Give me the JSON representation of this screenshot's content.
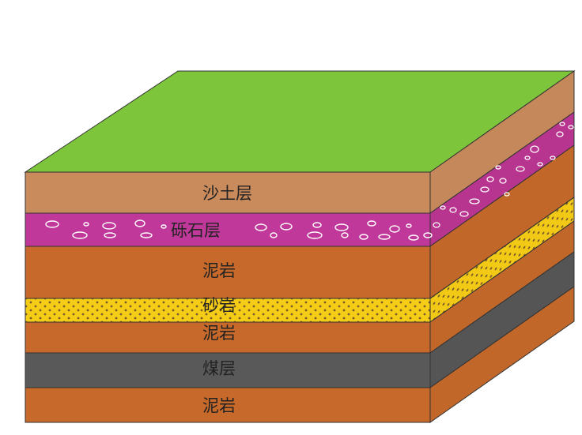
{
  "layers": [
    {
      "id": "sand-soil",
      "label": "沙土层",
      "pattern": "solid",
      "color": "#c98a5c",
      "side_color": "#c4885a"
    },
    {
      "id": "gravel",
      "label": "砾石层",
      "pattern": "gravel",
      "color": "#c0399a",
      "side_color": "#b8358f"
    },
    {
      "id": "mudstone-1",
      "label": "泥岩",
      "pattern": "solid",
      "color": "#c7692a",
      "side_color": "#c2672a"
    },
    {
      "id": "sandstone",
      "label": "砂岩",
      "pattern": "dotted",
      "color": "#f5cd17",
      "side_color": "#f2ca16"
    },
    {
      "id": "mudstone-2",
      "label": "泥岩",
      "pattern": "solid",
      "color": "#c7692a",
      "side_color": "#c2672a"
    },
    {
      "id": "coal",
      "label": "煤层",
      "pattern": "solid",
      "color": "#595959",
      "side_color": "#555555"
    },
    {
      "id": "mudstone-3",
      "label": "泥岩",
      "pattern": "solid",
      "color": "#c7692a",
      "side_color": "#c2672a"
    }
  ],
  "colors": {
    "surface": "#7dc63b",
    "outline": "#333333",
    "gravel_stroke": "#ffffff",
    "dot": "#7a5a2a"
  }
}
